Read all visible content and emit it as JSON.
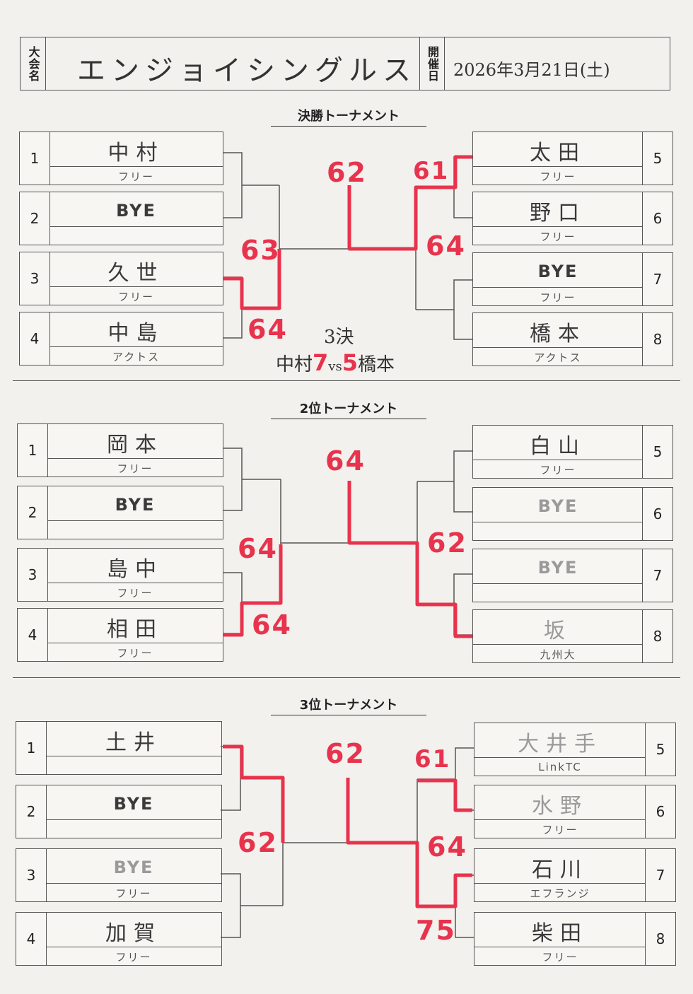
{
  "header": {
    "taikai_label": "大会名",
    "kaisai_label": "開催日",
    "tournament_name": "エンジョイシングルス",
    "date": "2026年3月21日(土)"
  },
  "sections": [
    {
      "title": "決勝トーナメント",
      "left": [
        {
          "no": "1",
          "name": "中村",
          "club": "フリー"
        },
        {
          "no": "2",
          "name": "BYE",
          "club": ""
        },
        {
          "no": "3",
          "name": "久世",
          "club": "フリー"
        },
        {
          "no": "4",
          "name": "中島",
          "club": "アクトス"
        }
      ],
      "right": [
        {
          "no": "5",
          "name": "太田",
          "club": "フリー"
        },
        {
          "no": "6",
          "name": "野口",
          "club": "フリー"
        },
        {
          "no": "7",
          "name": "BYE",
          "club": "フリー"
        },
        {
          "no": "8",
          "name": "橋本",
          "club": "アクトス"
        }
      ],
      "scores": {
        "left_semi_top": "63",
        "left_semi_bottom": "64",
        "final": "62",
        "right_r1": "61",
        "right_semi": "64"
      },
      "third_place": {
        "label": "3決",
        "left": "中村",
        "score_a": "7",
        "vs": "vs",
        "score_b": "5",
        "right": "橋本"
      }
    },
    {
      "title": "2位トーナメント",
      "left": [
        {
          "no": "1",
          "name": "岡本",
          "club": "フリー"
        },
        {
          "no": "2",
          "name": "BYE",
          "club": ""
        },
        {
          "no": "3",
          "name": "島中",
          "club": "フリー"
        },
        {
          "no": "4",
          "name": "相田",
          "club": "フリー"
        }
      ],
      "right": [
        {
          "no": "5",
          "name": "白山",
          "club": "フリー"
        },
        {
          "no": "6",
          "name": "BYE",
          "club": ""
        },
        {
          "no": "7",
          "name": "BYE",
          "club": ""
        },
        {
          "no": "8",
          "name": "坂",
          "club": "九州大"
        }
      ],
      "scores": {
        "left_semi_top": "64",
        "left_semi_bottom": "64",
        "final": "64",
        "right_semi": "62"
      }
    },
    {
      "title": "3位トーナメント",
      "left": [
        {
          "no": "1",
          "name": "土井",
          "club": ""
        },
        {
          "no": "2",
          "name": "BYE",
          "club": ""
        },
        {
          "no": "3",
          "name": "BYE",
          "club": "フリー"
        },
        {
          "no": "4",
          "name": "加賀",
          "club": "フリー"
        }
      ],
      "right": [
        {
          "no": "5",
          "name": "大井手",
          "club": "LinkTC"
        },
        {
          "no": "6",
          "name": "水野",
          "club": "フリー"
        },
        {
          "no": "7",
          "name": "石川",
          "club": "エフランジ"
        },
        {
          "no": "8",
          "name": "柴田",
          "club": "フリー"
        }
      ],
      "scores": {
        "left_semi": "62",
        "final": "62",
        "right_r1": "61",
        "right_semi": "64",
        "right_r2": "75"
      }
    }
  ],
  "colors": {
    "ink": "#555555",
    "red": "#e8334d"
  }
}
